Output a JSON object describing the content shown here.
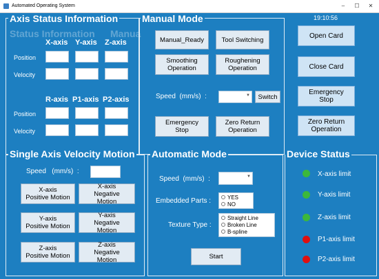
{
  "window": {
    "title": "Automated Operating System",
    "minimize_glyph": "–",
    "maximize_glyph": "☐",
    "close_glyph": "✕"
  },
  "clock": "19:10:56",
  "axis_status": {
    "title": "Axis Status Information",
    "ghost_title": "Status Information",
    "ghost_manual": "Manua",
    "headers": [
      "X-axis",
      "Y-axis",
      "Z-axis"
    ],
    "rows": [
      "Position",
      "Velocity"
    ],
    "headers2": [
      "R-axis",
      "P1-axis",
      "P2-axis"
    ],
    "rows2": [
      "Position",
      "Velocity"
    ]
  },
  "manual_mode": {
    "title": "Manual Mode",
    "buttons": [
      "Manual_Ready",
      "Tool Switching",
      "Smoothing\nOperation",
      "Roughening\nOperation"
    ],
    "speed_label": "Speed  (mm/s)  :",
    "switch_label": "Switch",
    "emergency_label": "Emergency Stop",
    "zero_return_label": "Zero Return\nOperation"
  },
  "right_buttons": [
    "Open Card",
    "Close Card",
    "Emergency Stop",
    "Zero Return\nOperation"
  ],
  "single_axis": {
    "title": "Single Axis Velocity Motion",
    "speed_label": "Speed   (mm/s)  :",
    "buttons": [
      "X-axis\nPositive Motion",
      "X-axis\nNegative Motion",
      "Y-axis\nPositive Motion",
      "Y-axis\nNegative Motion",
      "Z-axis\nPositive Motion",
      "Z-axis\nNegative Motion"
    ]
  },
  "automatic_mode": {
    "title": "Automatic Mode",
    "speed_label": "Speed  (mm/s)  :",
    "embedded_label": "Embedded Parts :",
    "embedded_options": [
      "YES",
      "NO"
    ],
    "texture_label": "Texture Type :",
    "texture_options": [
      "Straight Line",
      "Broken Line",
      "B-spline"
    ],
    "start_label": "Start"
  },
  "device_status": {
    "title": "Device Status",
    "items": [
      {
        "label": "X-axis limit",
        "color": "#3cb83c"
      },
      {
        "label": "Y-axis limit",
        "color": "#3cb83c"
      },
      {
        "label": "Z-axis limit",
        "color": "#3cb83c"
      },
      {
        "label": "P1-axis limit",
        "color": "#e01010"
      },
      {
        "label": "P2-axis limit",
        "color": "#e01010"
      }
    ]
  }
}
